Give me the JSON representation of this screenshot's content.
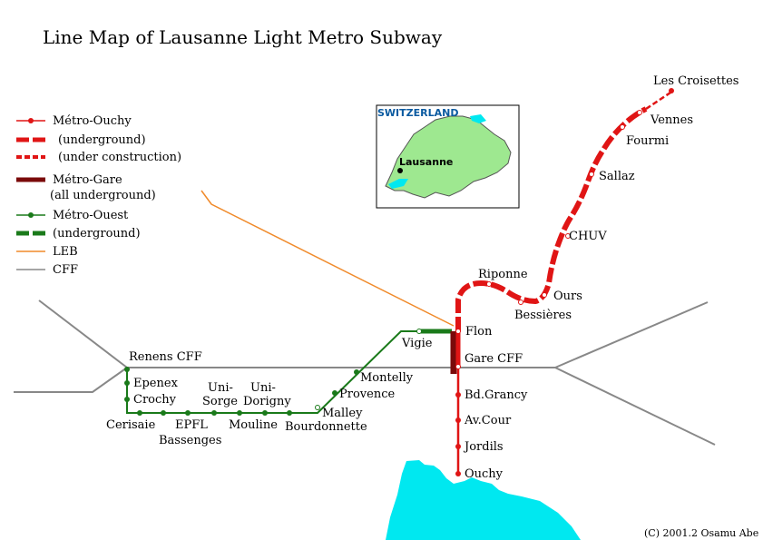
{
  "title": "Line Map of Lausanne  Light Metro Subway",
  "legend": [
    {
      "label": "Métro-Ouchy",
      "color": "#e01515",
      "style": "line-dot"
    },
    {
      "label": "(underground)",
      "color": "#e01515",
      "style": "thick-dash"
    },
    {
      "label": "(under construction)",
      "color": "#e01515",
      "style": "dash"
    },
    {
      "label": "Métro-Gare",
      "color": "#7a0a0a",
      "style": "thick"
    },
    {
      "label": "(all underground)",
      "color": "#7a0a0a",
      "style": "none"
    },
    {
      "label": "Métro-Ouest",
      "color": "#1a7a1a",
      "style": "line-dot"
    },
    {
      "label": "(underground)",
      "color": "#1a7a1a",
      "style": "thick-dash"
    },
    {
      "label": "LEB",
      "color": "#f08a2a",
      "style": "line"
    },
    {
      "label": "CFF",
      "color": "#888888",
      "style": "line"
    }
  ],
  "inset": {
    "country": "SWITZERLAND",
    "city": "Lausanne"
  },
  "stations": {
    "les_croisettes": "Les Croisettes",
    "vennes": "Vennes",
    "fourmi": "Fourmi",
    "sallaz": "Sallaz",
    "chuv": "CHUV",
    "riponne": "Riponne",
    "ours": "Ours",
    "bessieres": "Bessières",
    "flon": "Flon",
    "gare_cff": "Gare CFF",
    "bd_grancy": "Bd.Grancy",
    "av_cour": "Av.Cour",
    "jordils": "Jordils",
    "ouchy": "Ouchy",
    "vigie": "Vigie",
    "montelly": "Montelly",
    "provence": "Provence",
    "malley": "Malley",
    "bourdonnette": "Bourdonnette",
    "mouline": "Mouline",
    "uni_dorigny_1": "Uni-",
    "uni_dorigny_2": "Dorigny",
    "uni_sorge_1": "Uni-",
    "uni_sorge_2": "Sorge",
    "epfl": "EPFL",
    "bassenges": "Bassenges",
    "cerisaie": "Cerisaie",
    "crochy": "Crochy",
    "epenex": "Epenex",
    "renens_cff": "Renens CFF"
  },
  "credit": "(C) 2001.2  Osamu Abe",
  "colors": {
    "metro_ouchy": "#e01515",
    "metro_gare": "#7a0a0a",
    "metro_ouest": "#1a7a1a",
    "leb": "#f08a2a",
    "cff": "#888888",
    "lake": "#00e8f0",
    "swiss": "#9ee890"
  }
}
